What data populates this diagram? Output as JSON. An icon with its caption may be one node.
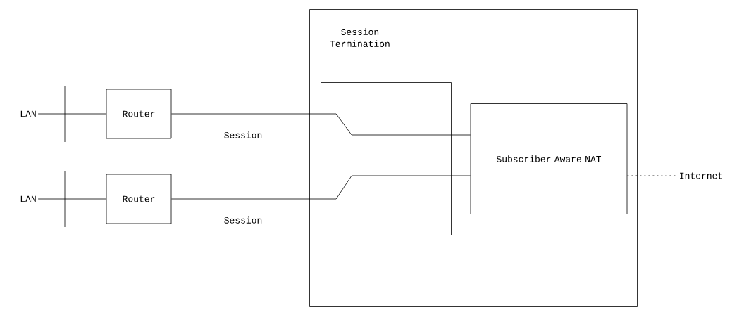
{
  "diagram": {
    "nodes": [
      {
        "text": [
          "Session Termination"
        ]
      },
      {
        "text": [],
        "shape": "box",
        "in": 0
      },
      {
        "text": [
          "Subscriber Aware NAT"
        ],
        "in": 0
      },
      {
        "text": [
          "LAN"
        ]
      },
      {
        "text": [
          "Router"
        ]
      },
      {
        "text": [
          "LAN"
        ]
      },
      {
        "text": [
          "Router"
        ]
      },
      {
        "text": [
          "Internet"
        ]
      }
    ],
    "edges": [
      {
        "from": 3,
        "to": 4,
        "arrow": "none"
      },
      {
        "from": 4,
        "to": 1,
        "arrow": "none",
        "label": "Session"
      },
      {
        "from": 5,
        "to": 6,
        "arrow": "none"
      },
      {
        "from": 6,
        "to": 1,
        "arrow": "none",
        "label": "Session"
      },
      {
        "from": 1,
        "to": 2,
        "arrow": "none"
      },
      {
        "from": 1,
        "to": 2,
        "arrow": "none"
      },
      {
        "from": 2,
        "to": 7,
        "arrow": "none",
        "style": "dashed"
      }
    ]
  }
}
